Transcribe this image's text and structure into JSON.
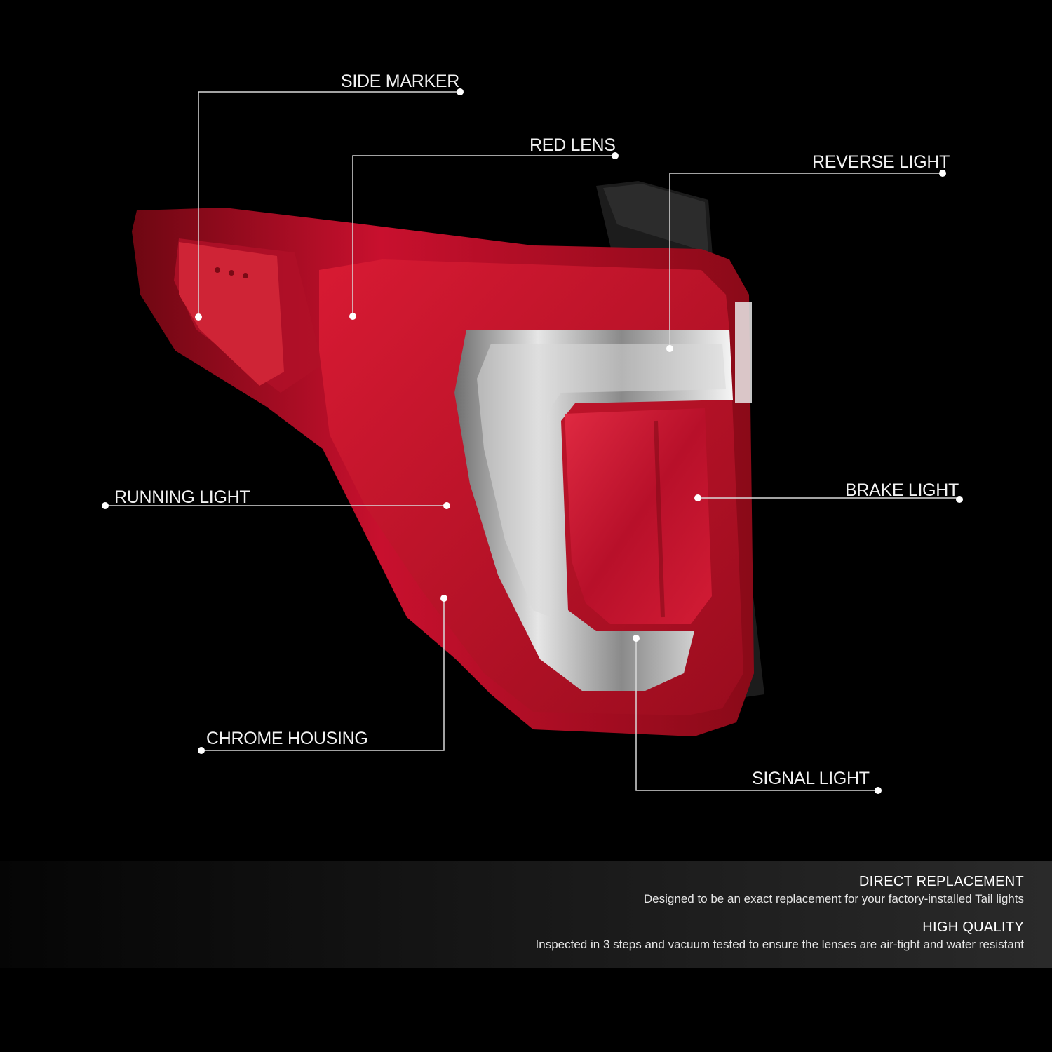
{
  "callouts": {
    "side_marker": "SIDE MARKER",
    "red_lens": "RED LENS",
    "reverse_light": "REVERSE LIGHT",
    "running_light": "RUNNING LIGHT",
    "brake_light": "BRAKE LIGHT",
    "chrome_housing": "CHROME HOUSING",
    "signal_light": "SIGNAL LIGHT"
  },
  "features": [
    {
      "title": "DIRECT REPLACEMENT",
      "description": "Designed to be an exact replacement for your factory-installed Tail lights"
    },
    {
      "title": "HIGH QUALITY",
      "description": "Inspected in 3 steps and vacuum tested to ensure the lenses are air-tight and water resistant"
    }
  ],
  "colors": {
    "background": "#000000",
    "lens_red": "#c8102e",
    "callout_line": "#d9d9d9"
  }
}
